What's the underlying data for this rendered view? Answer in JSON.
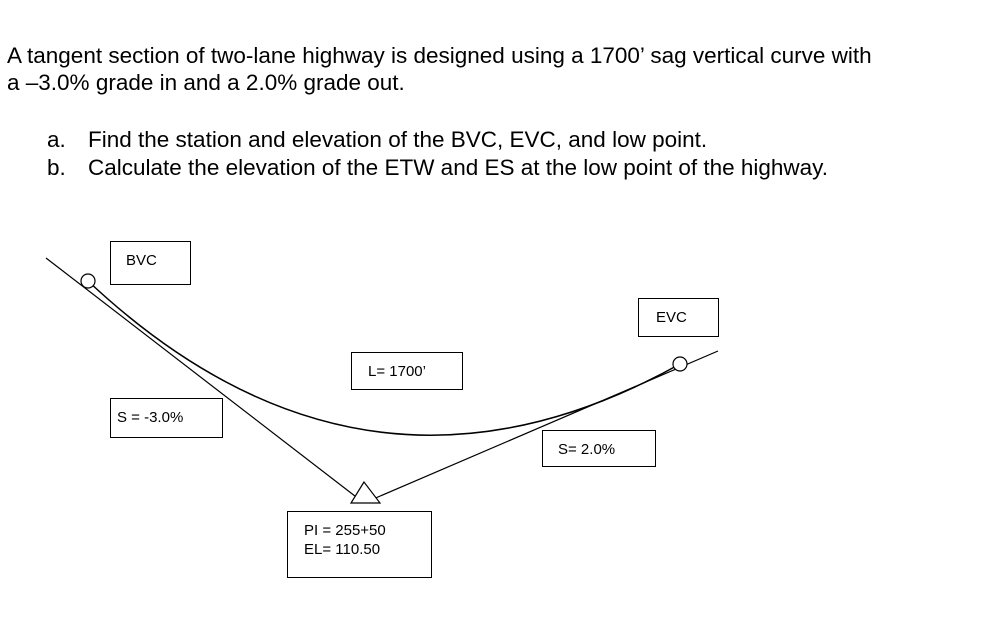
{
  "problem": {
    "line1": "A tangent section of two-lane highway is designed using a 1700’ sag vertical curve with",
    "line2": "a –3.0% grade in and a 2.0% grade out.",
    "parts": [
      {
        "letter": "a.",
        "text": "Find the station and elevation of the BVC, EVC, and low point."
      },
      {
        "letter": "b.",
        "text": "Calculate the elevation of the ETW and ES at the low point of the highway."
      }
    ]
  },
  "diagram": {
    "bvc_label": "BVC",
    "evc_label": "EVC",
    "length_label": "L= 1700’",
    "grade_in_label": "S = -3.0%",
    "grade_out_label": "S= 2.0%",
    "pi_station_label": "PI = 255+50",
    "pi_elevation_label": "EL= 110.50"
  }
}
